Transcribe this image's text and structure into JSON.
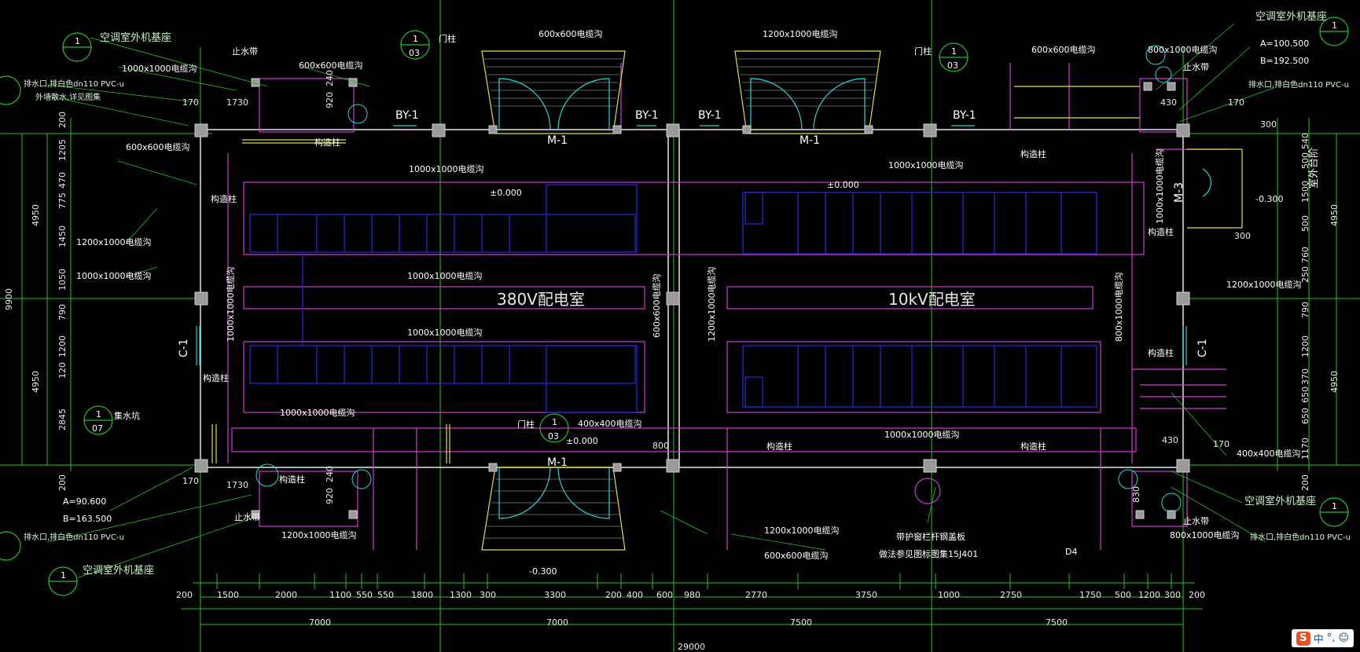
{
  "rooms": {
    "low_voltage": "380V配电室",
    "high_voltage": "10kV配电室"
  },
  "labels": {
    "ac_base": "空调室外机基座",
    "trench_600": "600x600电缆沟",
    "trench_1200": "1200x1000电缆沟",
    "trench_1000": "1000x1000电缆沟",
    "trench_800": "800x1000电缆沟",
    "trench_400": "400x400电缆沟",
    "drain": "排水口,排白色dn110 PVC-u",
    "outdoor_step": "室外台阶",
    "door_col": "门柱",
    "cons_col": "构造柱",
    "sump": "集水坑",
    "waterstop": "止水带",
    "elev_pos": "±0.000",
    "elev_neg": "-0.300",
    "a_val_top": "A=100.500",
    "b_val_top": "B=192.500",
    "a_val_bot": "A=90.600",
    "b_val_bot": "B=163.500",
    "by1": "BY-1",
    "m1": "M-1",
    "m3": "M-3",
    "c1": "C-1",
    "grid_1": "1",
    "grid_03": "03",
    "grid_07": "07",
    "note_bottom": "做法参见图标图集15J401",
    "note_bottom2": "带护窗栏杆钢盖板",
    "d4": "D4",
    "side_label": "外墙散水,详见图集"
  },
  "dims": {
    "bottom_row1": [
      "200",
      "1500",
      "2000",
      "1100",
      "550",
      "550",
      "1800",
      "1300",
      "300",
      "3300",
      "200",
      "400",
      "600",
      "980",
      "2770",
      "3750",
      "1000",
      "2750",
      "1750",
      "500",
      "1200",
      "300",
      "200"
    ],
    "bottom_row2": [
      "7000",
      "7000",
      "7500",
      "7500"
    ],
    "bottom_total": "29000",
    "left_row": [
      "200",
      "1205",
      "470",
      "775",
      "1450",
      "1050",
      "790",
      "1200",
      "120",
      "2845",
      "200"
    ],
    "left_big": [
      "4950",
      "4950"
    ],
    "left_total": "9900",
    "right_row": [
      "540",
      "500",
      "1500",
      "500",
      "760",
      "250",
      "790",
      "1200",
      "370",
      "650",
      "650",
      "1170",
      "200"
    ],
    "right_big": [
      "4950",
      "4950"
    ],
    "small": [
      "170",
      "1730",
      "920",
      "240",
      "830",
      "300",
      "300",
      "800",
      "430"
    ]
  },
  "ime": {
    "logo": "S",
    "text": "中",
    "punct": "°,",
    "smile": "☺"
  }
}
